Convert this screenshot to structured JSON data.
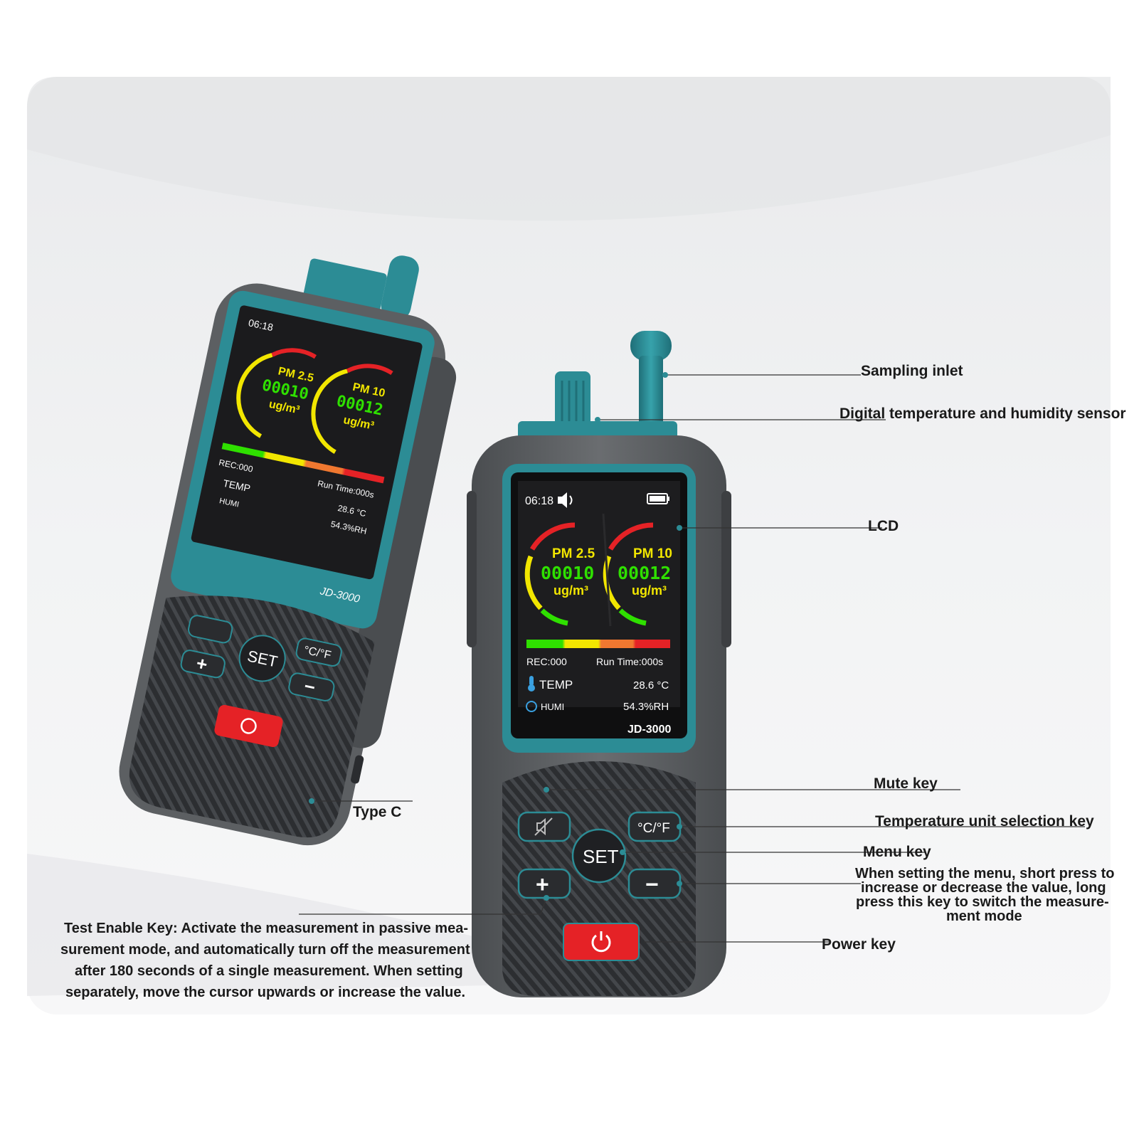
{
  "device": {
    "model": "JD-3000",
    "screen": {
      "time": "06:18",
      "pm25_label": "PM 2.5",
      "pm25_value": "00010",
      "pm10_label": "PM 10",
      "pm10_value": "00012",
      "unit": "ug/m³",
      "rec": "REC:000",
      "run_time": "Run Time:000s",
      "temp_label": "TEMP",
      "temp_value": "28.6 °C",
      "humi_label": "HUMI",
      "humi_value": "54.3%RH",
      "icons": [
        "speaker-icon",
        "battery-icon",
        "thermometer-icon",
        "humidity-icon"
      ]
    },
    "keys": {
      "set": "SET",
      "unit": "°C/°F",
      "plus": "+",
      "minus": "−"
    }
  },
  "callouts": {
    "sampling_inlet": "Sampling inlet",
    "sensor": "Digital temperature and humidity sensor",
    "lcd": "LCD",
    "mute_key": "Mute key",
    "temp_unit_key": "Temperature unit selection key",
    "menu_key": "Menu key",
    "plus_minus_key": [
      "When setting the menu, short press to",
      "increase or decrease the value, long",
      "press this key to switch the measure-",
      "ment mode"
    ],
    "power_key": "Power key",
    "type_c": "Type C",
    "test_enable_key": [
      "Test Enable Key: Activate the measurement in passive mea-",
      "surement mode, and automatically turn off the measurement",
      "after 180 seconds of a single measurement. When setting",
      "separately, move the cursor upwards or increase the value."
    ]
  },
  "colors": {
    "teal": "#2c8c95",
    "body_dark": "#3d3f42",
    "body_grey": "#5c5f62",
    "power_red": "#e52226",
    "pm_green": "#2fe000",
    "pm_yellow": "#f2e600"
  }
}
